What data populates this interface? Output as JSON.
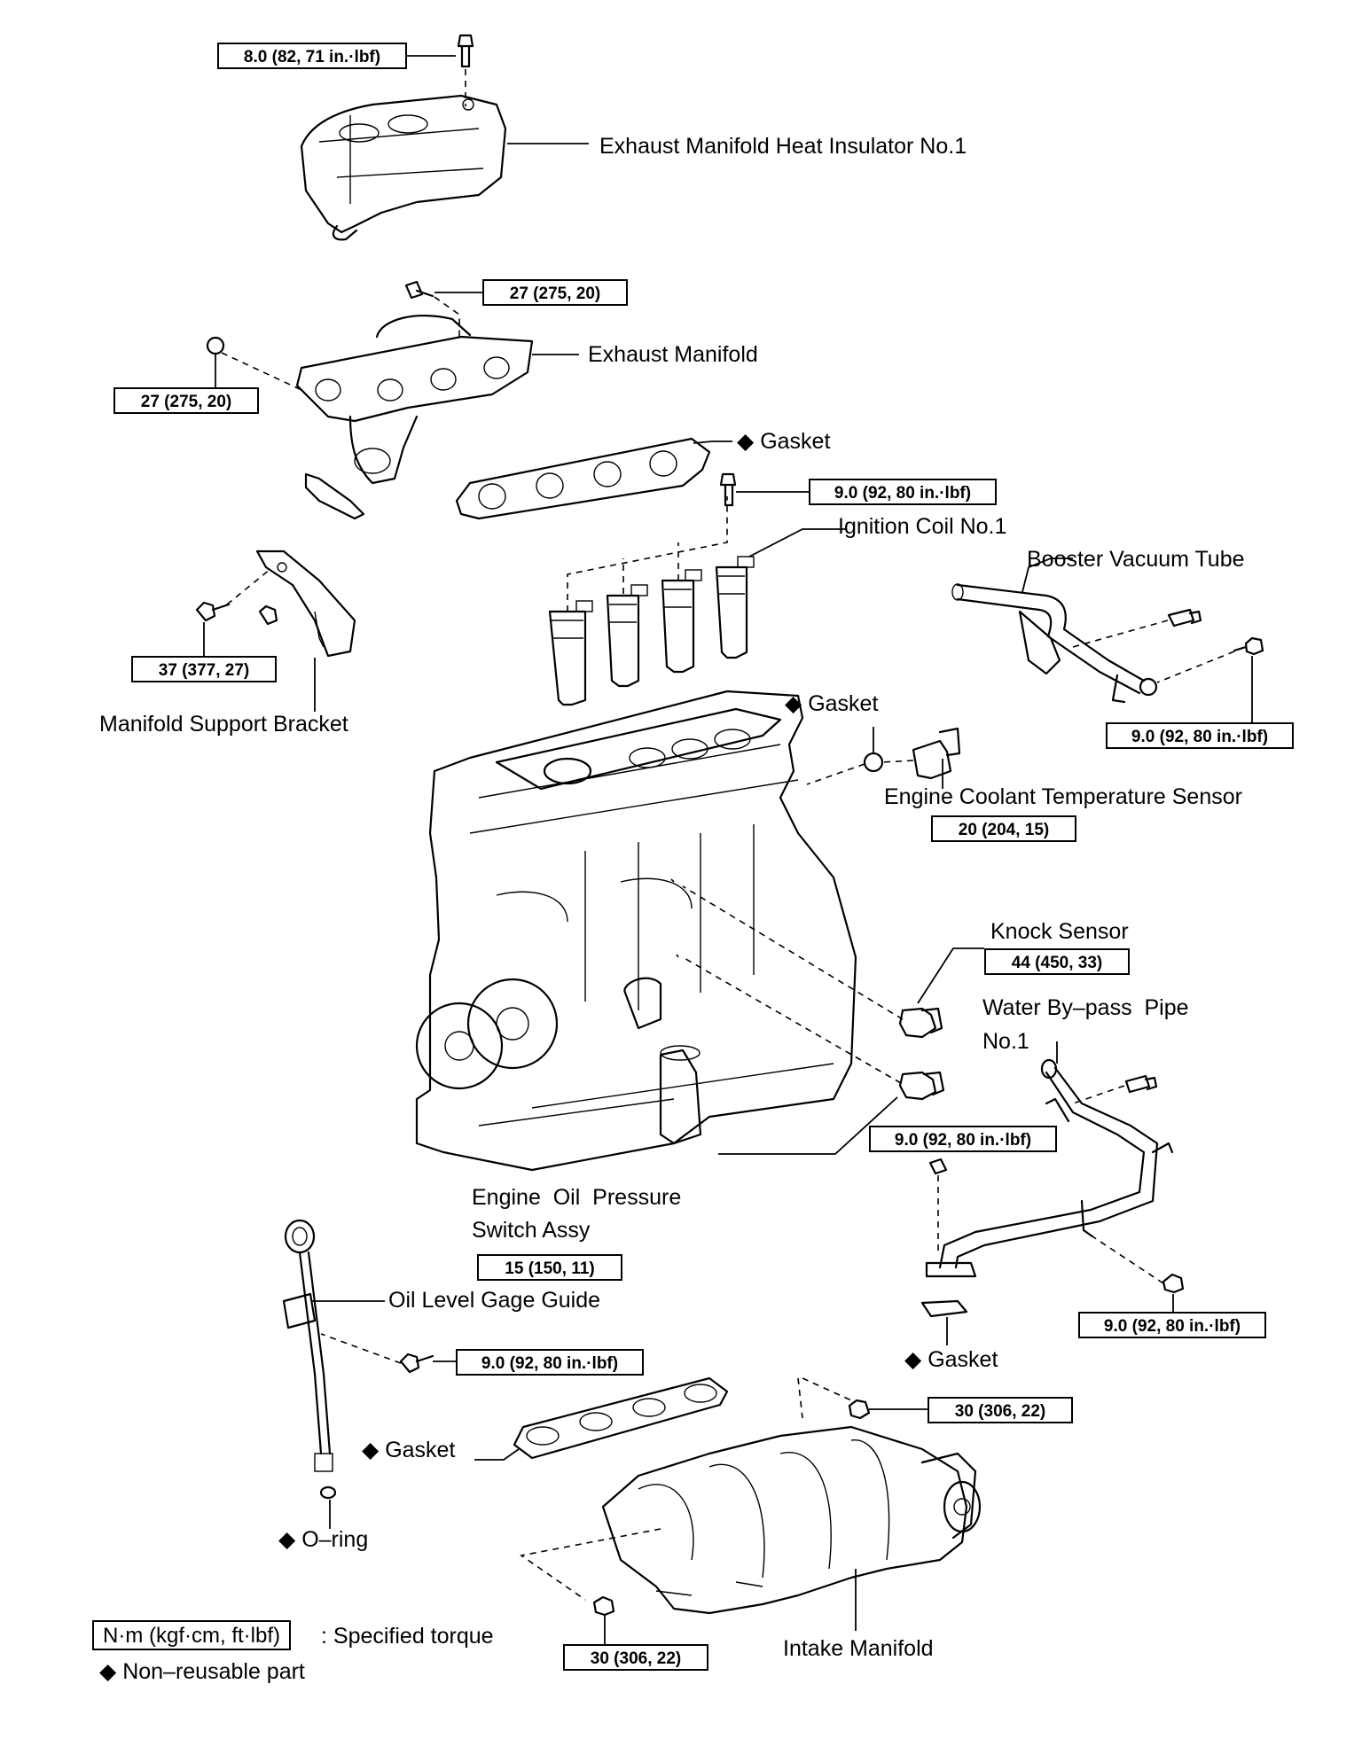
{
  "labels": {
    "heat_insulator": "Exhaust Manifold Heat Insulator No.1",
    "exhaust_manifold": "Exhaust Manifold",
    "gasket_exhaust": "Gasket",
    "ignition_coil": "Ignition Coil No.1",
    "booster_vacuum_tube": "Booster Vacuum Tube",
    "manifold_support_bracket": "Manifold Support Bracket",
    "gasket_coolant": "Gasket",
    "coolant_sensor": "Engine Coolant Temperature Sensor",
    "knock_sensor": "Knock Sensor",
    "water_bypass_pipe": "Water By–pass  Pipe\nNo.1",
    "oil_pressure_switch": "Engine  Oil  Pressure\nSwitch Assy",
    "oil_level_gage_guide": "Oil Level Gage Guide",
    "gasket_water": "Gasket",
    "gasket_intake": "Gasket",
    "o_ring": "O–ring",
    "intake_manifold": "Intake Manifold"
  },
  "torques": {
    "t_heat_insulator": "8.0 (82, 71 in.·lbf)",
    "t_exhaust_upper": "27 (275, 20)",
    "t_exhaust_left": "27 (275, 20)",
    "t_ignition_coil": "9.0 (92, 80 in.·lbf)",
    "t_bracket": "37 (377, 27)",
    "t_booster": "9.0 (92, 80 in.·lbf)",
    "t_coolant": "20 (204, 15)",
    "t_knock": "44 (450, 33)",
    "t_water_upper": "9.0 (92, 80 in.·lbf)",
    "t_oil_pressure": "15 (150, 11)",
    "t_water_lower": "9.0 (92, 80 in.·lbf)",
    "t_gage_guide": "9.0 (92, 80 in.·lbf)",
    "t_intake_upper": "30 (306, 22)",
    "t_intake_lower": "30 (306, 22)"
  },
  "legend": {
    "unit_box": "N·m (kgf·cm, ft·lbf)",
    "unit_text": ": Specified torque",
    "non_reusable": "Non–reusable part",
    "diamond_symbol": "◆"
  }
}
